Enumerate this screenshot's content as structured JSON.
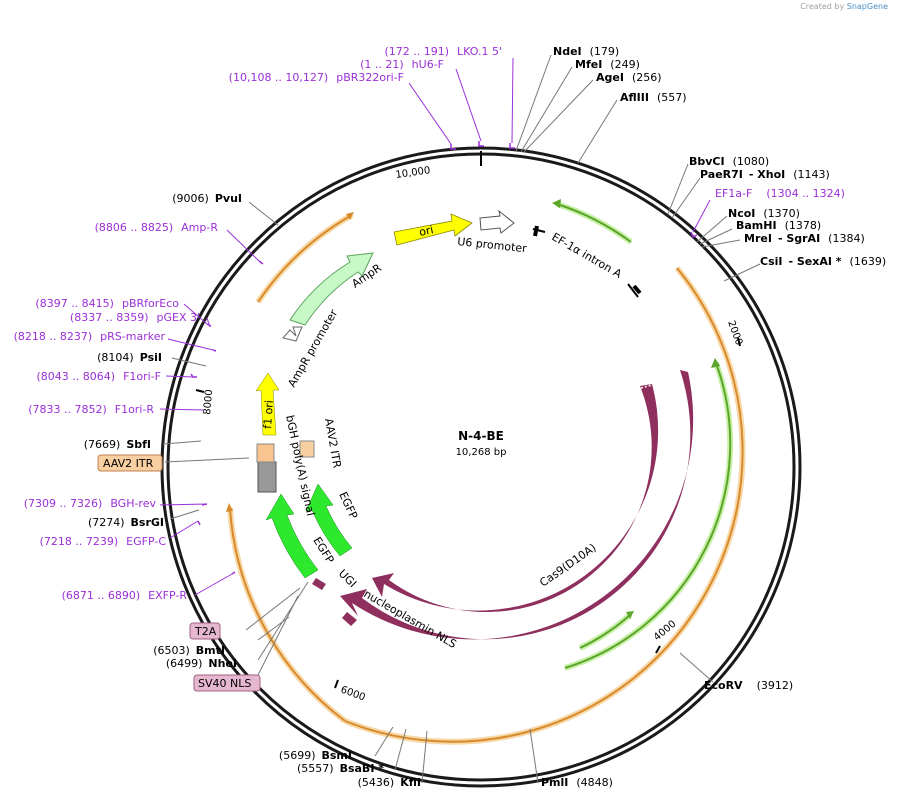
{
  "credit": {
    "created_by": "Created by",
    "brand": "SnapGene"
  },
  "plasmid": {
    "name": "N-4-BE",
    "length": "10,268 bp"
  },
  "ticks": [
    "10,000",
    "2000",
    "4000",
    "6000",
    "8000"
  ],
  "sites": [
    {
      "name": "NdeI",
      "pos": "(179)"
    },
    {
      "name": "MfeI",
      "pos": "(249)"
    },
    {
      "name": "AgeI",
      "pos": "(256)"
    },
    {
      "name": "AflIII",
      "pos": "(557)"
    },
    {
      "name": "BbvCI",
      "pos": "(1080)"
    },
    {
      "name": "PaeR7I",
      "extra": "- XhoI",
      "pos": "(1143)"
    },
    {
      "name": "NcoI",
      "pos": "(1370)"
    },
    {
      "name": "BamHI",
      "pos": "(1378)"
    },
    {
      "name": "MreI",
      "extra": "- SgrAI",
      "pos": "(1384)"
    },
    {
      "name": "CsiI",
      "extra": "- SexAI *",
      "pos": "(1639)"
    },
    {
      "name": "EcoRV",
      "pos": "(3912)"
    },
    {
      "name": "PmlI",
      "pos": "(4848)"
    },
    {
      "name": "KflI",
      "pos": "(5436)"
    },
    {
      "name": "BsaBI *",
      "pos": "(5557)"
    },
    {
      "name": "BsmI",
      "pos": "(5699)"
    },
    {
      "name": "NheI",
      "pos": "(6499)"
    },
    {
      "name": "BmtI",
      "pos": "(6503)"
    },
    {
      "name": "BsrGI",
      "pos": "(7274)"
    },
    {
      "name": "SbfI",
      "pos": "(7669)"
    },
    {
      "name": "PsiI",
      "pos": "(8104)"
    },
    {
      "name": "PvuI",
      "pos": "(9006)"
    }
  ],
  "primers": [
    {
      "range": "(172 .. 191)",
      "name": "LKO.1 5'"
    },
    {
      "range": "(1 .. 21)",
      "name": "hU6-F"
    },
    {
      "range": "(10,108 .. 10,127)",
      "name": "pBR322ori-F"
    },
    {
      "range": "(1304 .. 1324)",
      "name": "EF1a-F"
    },
    {
      "range": "(8806 .. 8825)",
      "name": "Amp-R"
    },
    {
      "range": "(8397 .. 8415)",
      "name": "pBRforEco"
    },
    {
      "range": "(8337 .. 8359)",
      "name": "pGEX 3'"
    },
    {
      "range": "(8218 .. 8237)",
      "name": "pRS-marker"
    },
    {
      "range": "(8043 .. 8064)",
      "name": "F1ori-F"
    },
    {
      "range": "(7833 .. 7852)",
      "name": "F1ori-R"
    },
    {
      "range": "(7309 .. 7326)",
      "name": "BGH-rev"
    },
    {
      "range": "(7218 .. 7239)",
      "name": "EGFP-C"
    },
    {
      "range": "(6871 .. 6890)",
      "name": "EXFP-R"
    }
  ],
  "boxed_labels": {
    "aav2_itr": "AAV2 ITR",
    "t2a": "T2A",
    "sv40_nls": "SV40 NLS"
  },
  "features": {
    "ori": "ori",
    "u6": "U6 promoter",
    "ef1a": "EF-1α intron A",
    "ampr": "AmpR",
    "ampr_promoter": "AmpR promoter",
    "f1ori": "f1 ori",
    "bgh": "bGH poly(A) signal",
    "aav2_itr": "AAV2 ITR",
    "egfp1": "EGFP",
    "egfp2": "EGFP",
    "ugi": "UGI",
    "nls": "nucleoplasmin NLS",
    "cas9d10a": "Cas9(D10A)",
    "cas9": "Cas9"
  },
  "colors": {
    "cas9": "#8e2f5e",
    "ampr": "#c8f0c8",
    "ori": "#ffff00",
    "egfp": "#2ee82e",
    "itr": "#f8cfa0",
    "primer": "#9b30d9",
    "orange_arc": "#d98a2a",
    "green_arc": "#6fbf3a"
  }
}
